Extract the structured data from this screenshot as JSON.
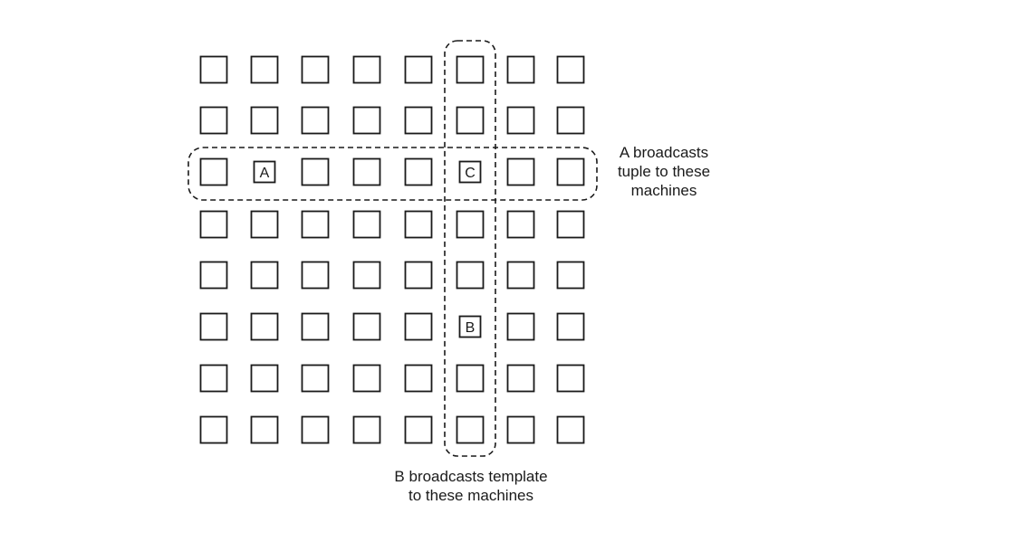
{
  "grid": {
    "rows": 8,
    "cols": 8,
    "labeled_nodes": [
      {
        "label": "A",
        "row": 3,
        "col": 2
      },
      {
        "label": "C",
        "row": 3,
        "col": 6
      },
      {
        "label": "B",
        "row": 6,
        "col": 6
      }
    ],
    "highlighted_row": 3,
    "highlighted_col": 6
  },
  "captions": {
    "row_group": [
      "A broadcasts",
      "tuple to these",
      "machines"
    ],
    "column_group": [
      "B broadcasts template",
      "to these machines"
    ]
  },
  "colors": {
    "box_stroke": "#1a1a1a",
    "dash_stroke": "#1a1a1a",
    "background": "#ffffff"
  }
}
